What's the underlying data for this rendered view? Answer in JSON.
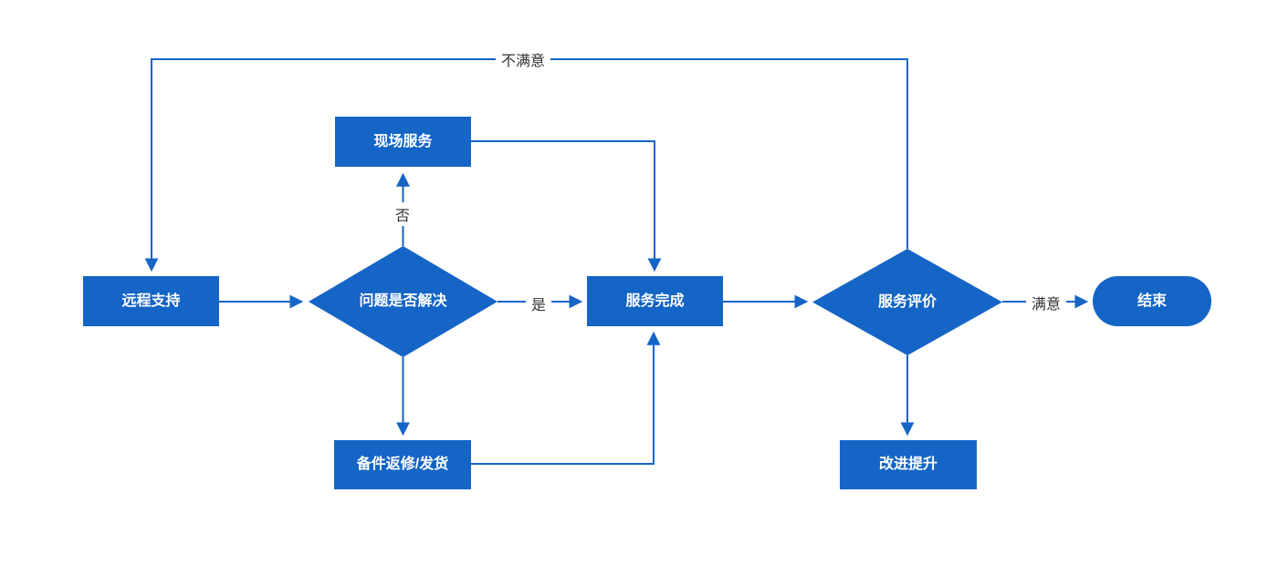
{
  "diagram": {
    "type": "flowchart",
    "accent_color": "#1565C6",
    "edge_label_color": "#333333",
    "node_text_color": "#ffffff",
    "background": "#ffffff"
  },
  "nodes": {
    "remote_support": {
      "label": "远程支持",
      "shape": "rectangle"
    },
    "issue_resolved": {
      "label": "问题是否解决",
      "shape": "diamond"
    },
    "onsite_service": {
      "label": "现场服务",
      "shape": "rectangle"
    },
    "service_complete": {
      "label": "服务完成",
      "shape": "rectangle"
    },
    "parts_repair": {
      "label": "备件返修/发货",
      "shape": "rectangle"
    },
    "service_evaluation": {
      "label": "服务评价",
      "shape": "diamond"
    },
    "end": {
      "label": "结束",
      "shape": "terminator"
    },
    "improvement": {
      "label": "改进提升",
      "shape": "rectangle"
    }
  },
  "edge_labels": {
    "no": "否",
    "yes": "是",
    "satisfied": "满意",
    "unsatisfied": "不满意"
  },
  "edges": [
    {
      "from": "远程支持",
      "to": "问题是否解决",
      "label": ""
    },
    {
      "from": "问题是否解决",
      "to": "现场服务",
      "label": "否"
    },
    {
      "from": "现场服务",
      "to": "服务完成",
      "label": ""
    },
    {
      "from": "问题是否解决",
      "to": "服务完成",
      "label": "是"
    },
    {
      "from": "问题是否解决",
      "to": "备件返修/发货",
      "label": ""
    },
    {
      "from": "备件返修/发货",
      "to": "服务完成",
      "label": ""
    },
    {
      "from": "服务完成",
      "to": "服务评价",
      "label": ""
    },
    {
      "from": "服务评价",
      "to": "结束",
      "label": "满意"
    },
    {
      "from": "服务评价",
      "to": "远程支持",
      "label": "不满意"
    },
    {
      "from": "服务评价",
      "to": "改进提升",
      "label": ""
    }
  ]
}
